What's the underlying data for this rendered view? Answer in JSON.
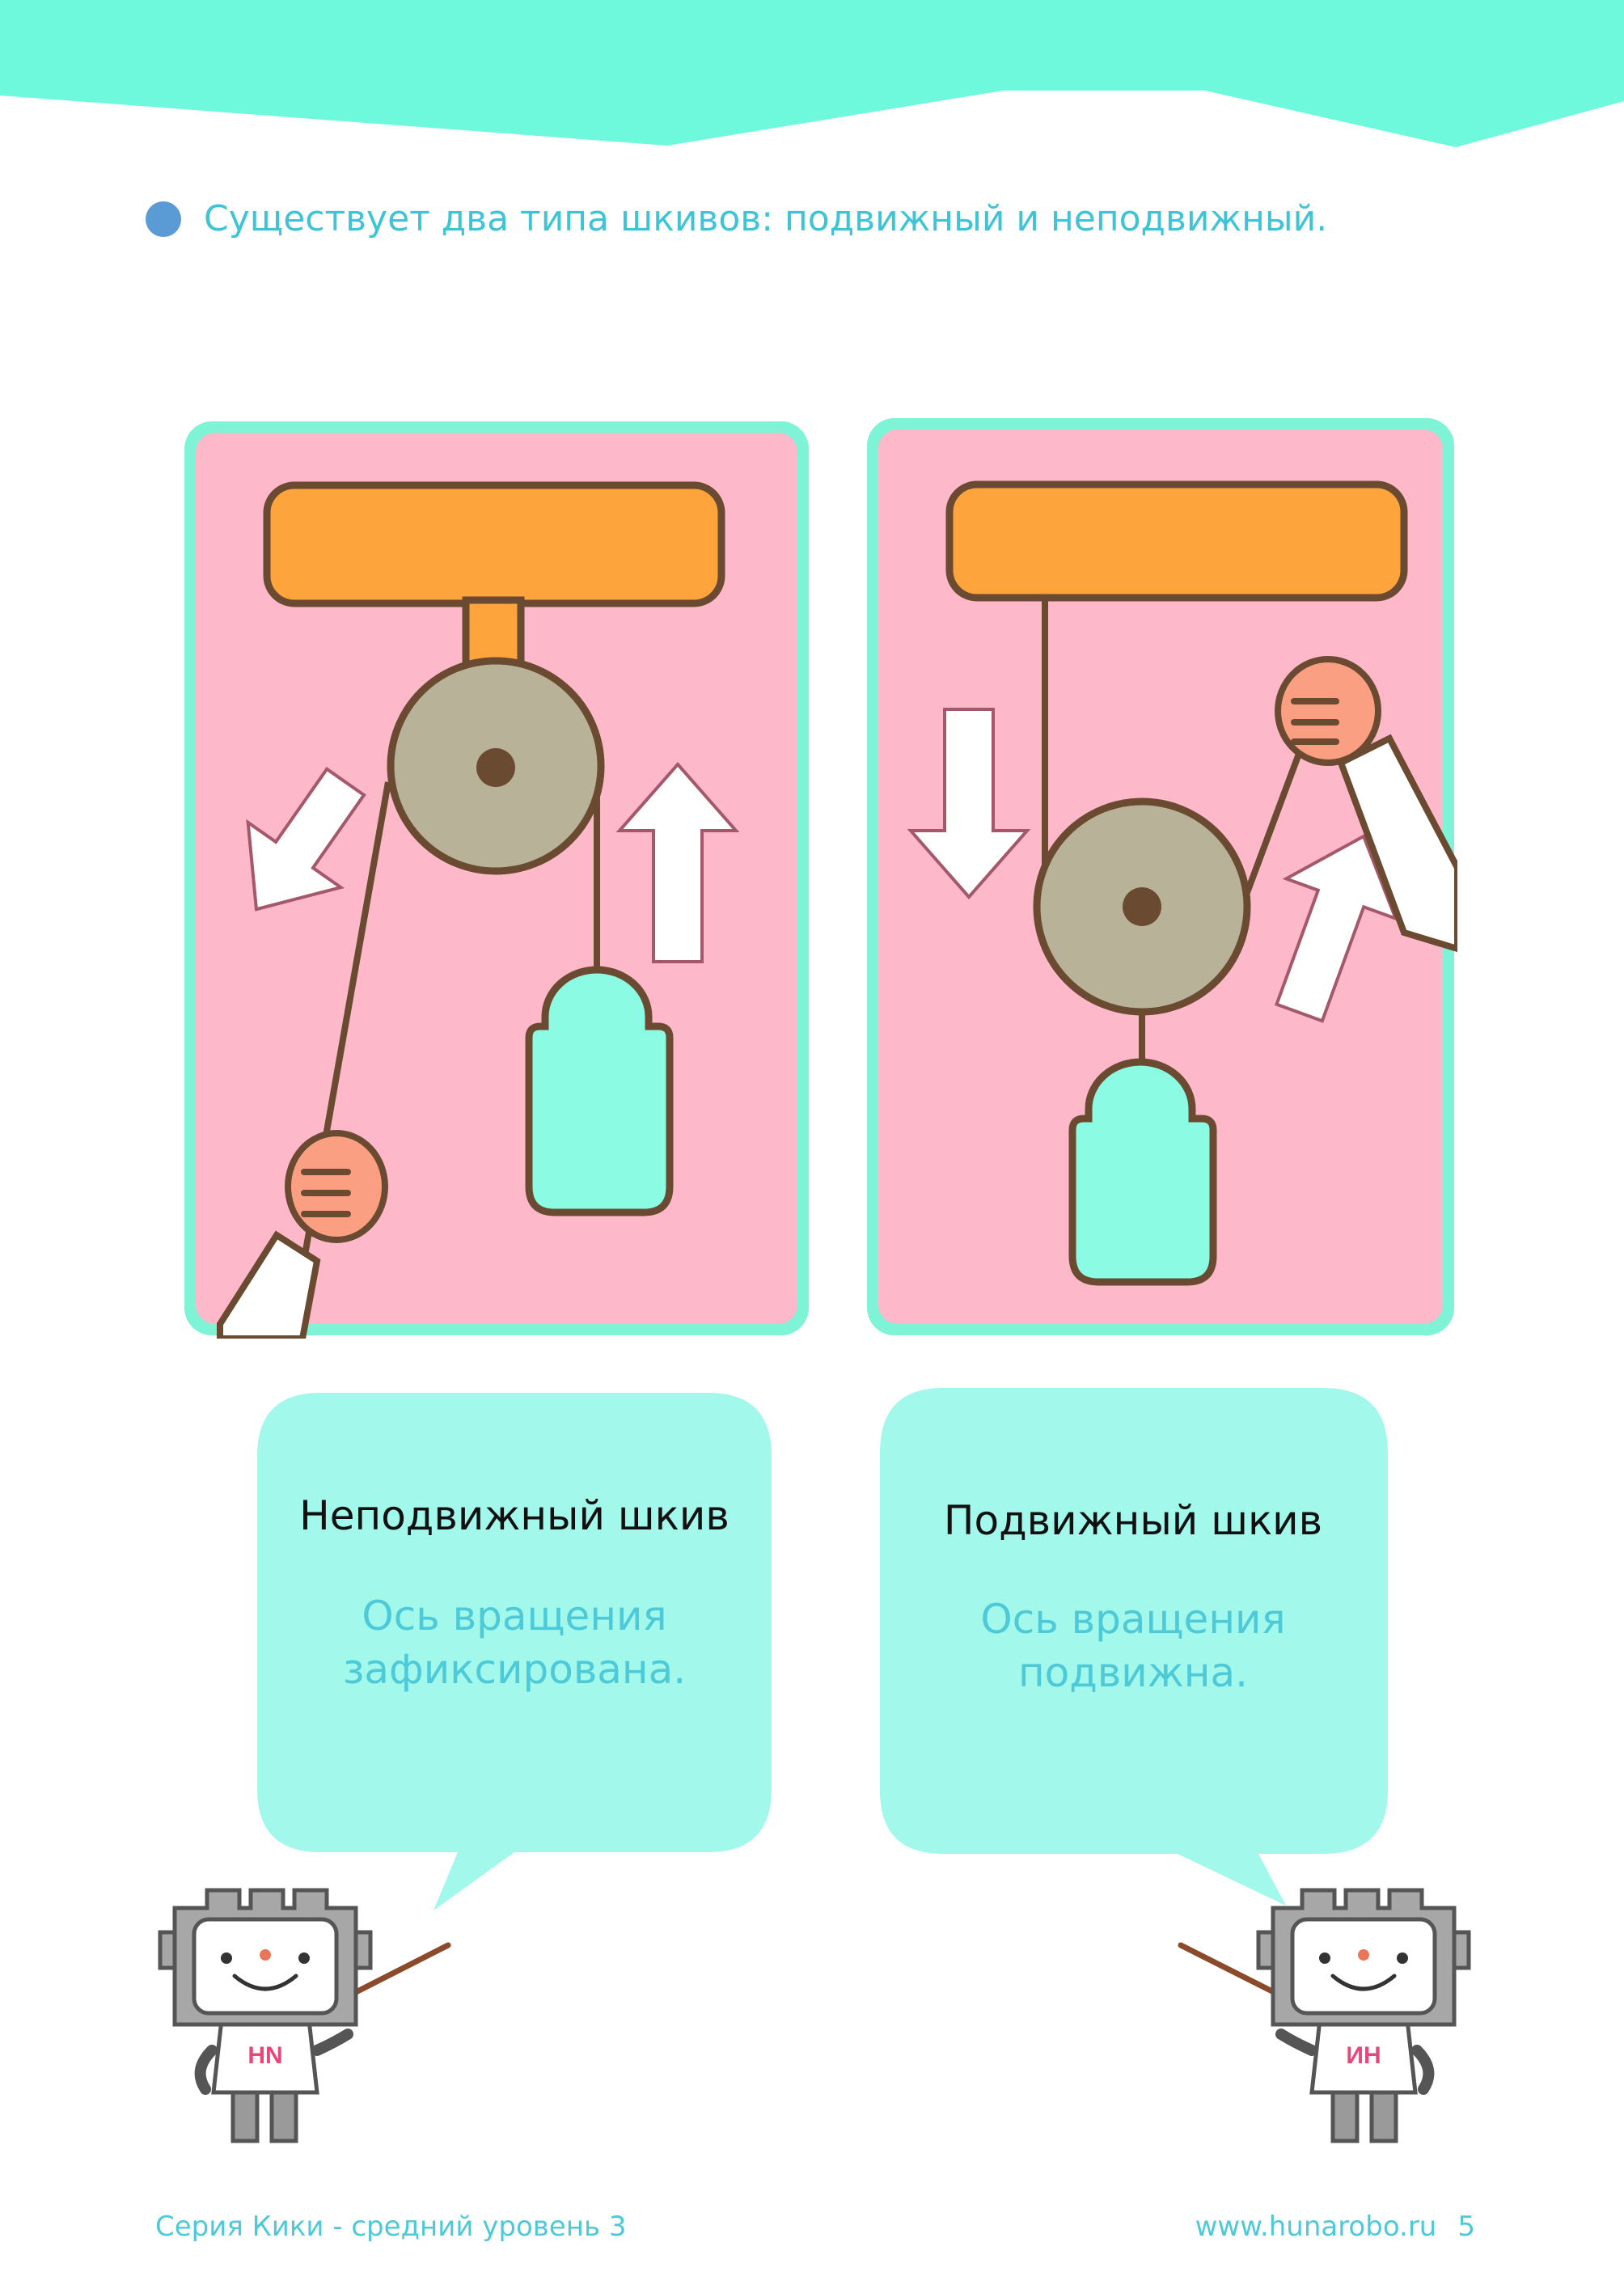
{
  "intro": {
    "text": "Существует два типа шкивов: подвижный и неподвижный."
  },
  "cards": [
    {
      "title": "Неподвижный шкив",
      "description_line1": "Ось вращения",
      "description_line2": "зафиксирована."
    },
    {
      "title": "Подвижный шкив",
      "description_line1": "Ось вращения",
      "description_line2": "подвижна."
    }
  ],
  "robots": [
    {
      "badge": "HN"
    },
    {
      "badge": "ИН"
    }
  ],
  "footer": {
    "series": "Серия Кики - средний уровень 3",
    "website": "www.hunarobo.ru",
    "page_number": "5"
  },
  "colors": {
    "header_band": "#6ef8dc",
    "panel_border": "#7ef3d6",
    "panel_background": "#fdb8c9",
    "beam": "#fda43d",
    "pulley": "#b8b298",
    "outline": "#6b4a32",
    "weight": "#8cfbe3",
    "bubble": "#a2f8ea",
    "accent_text": "#4ec9d7"
  }
}
